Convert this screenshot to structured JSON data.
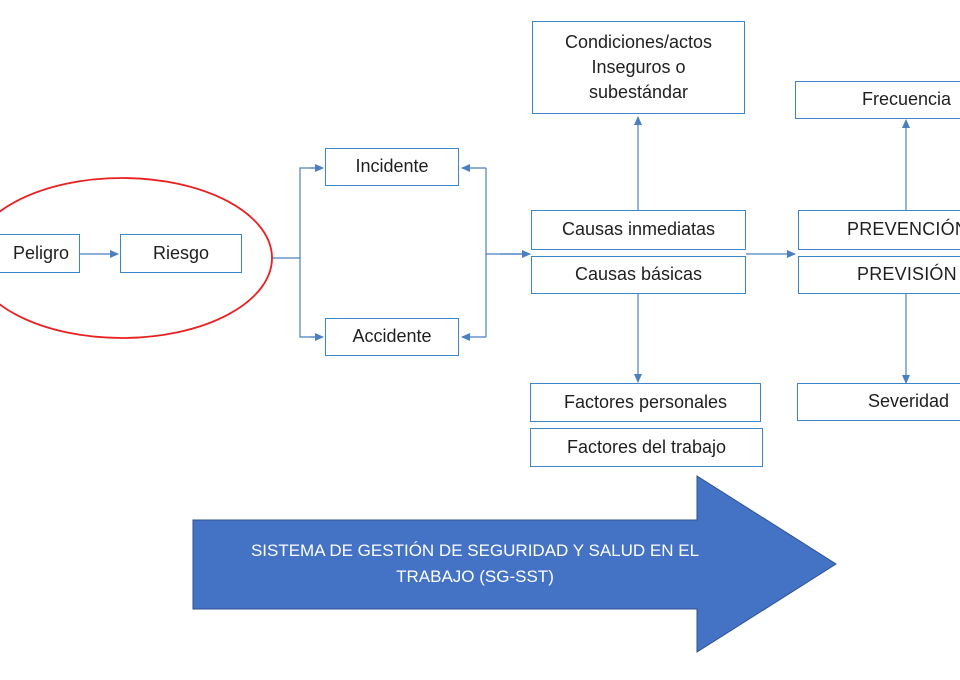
{
  "diagram": {
    "peligro": "Peligro",
    "riesgo": "Riesgo",
    "incidente": "Incidente",
    "accidente": "Accidente",
    "condiciones": [
      "Condiciones/actos",
      "Inseguros o",
      "subestándar"
    ],
    "causas_inmediatas": "Causas inmediatas",
    "causas_basicas": "Causas básicas",
    "factores_personales": "Factores personales",
    "factores_trabajo": "Factores del trabajo",
    "frecuencia": "Frecuencia",
    "prevencion": "PREVENCIÓN",
    "prevision": "PREVISIÓN",
    "severidad": "Severidad",
    "sistema": "SISTEMA DE GESTIÓN DE SEGURIDAD Y SALUD EN EL TRABAJO (SG-SST)"
  },
  "colors": {
    "box_border": "#3a86c8",
    "connector": "#4a7fc1",
    "ellipse": "#e8201f",
    "arrow_fill": "#4472c4"
  }
}
